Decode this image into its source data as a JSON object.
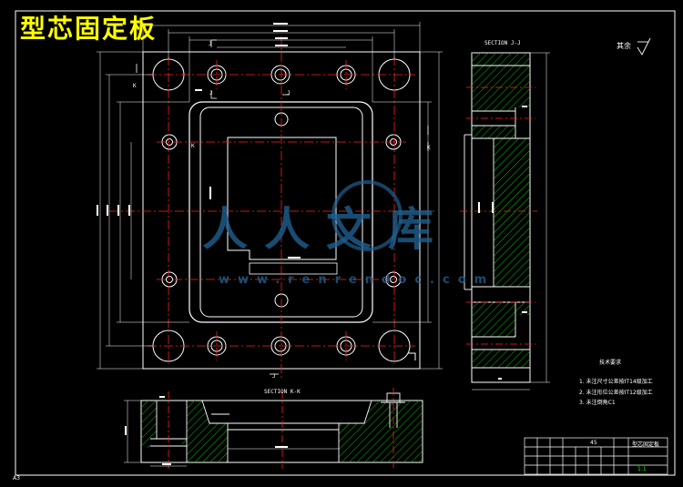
{
  "title": "型芯固定板",
  "section_jj": "SECTION J-J",
  "section_kk": "SECTION K-K",
  "cut_marks": {
    "j": "J",
    "k": "K"
  },
  "roughness_label": "其余",
  "notes": {
    "heading": "技术要求",
    "items": [
      "1. 未注尺寸公差按IT14级加工",
      "2. 未注形位公差按IT12级加工",
      "3. 未注倒角C1"
    ]
  },
  "title_block": {
    "material": "45",
    "drawing_no": "型芯固定板",
    "scale": "1:1"
  },
  "watermark": {
    "brand": "人人文库",
    "url": "www.renrendoc.com"
  },
  "corner_mark": "A3"
}
